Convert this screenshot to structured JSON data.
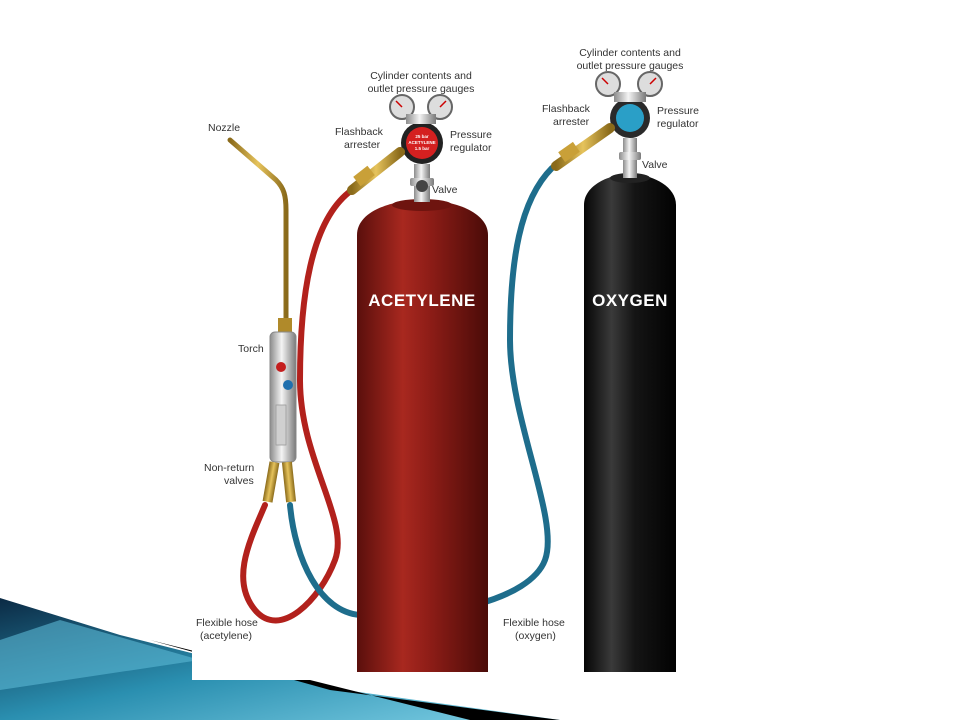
{
  "labels": {
    "nozzle": "Nozzle",
    "torch": "Torch",
    "non_return_1": "Non-return",
    "non_return_2": "valves",
    "hose_acetylene_1": "Flexible hose",
    "hose_acetylene_2": "(acetylene)",
    "hose_oxygen_1": "Flexible hose",
    "hose_oxygen_2": "(oxygen)",
    "gauges_acetylene_1": "Cylinder contents and",
    "gauges_acetylene_2": "outlet pressure gauges",
    "gauges_oxygen_1": "Cylinder contents and",
    "gauges_oxygen_2": "outlet pressure gauges",
    "flashback_acetylene_1": "Flashback",
    "flashback_acetylene_2": "arrester",
    "flashback_oxygen_1": "Flashback",
    "flashback_oxygen_2": "arrester",
    "regulator_acetylene_1": "Pressure",
    "regulator_acetylene_2": "regulator",
    "regulator_oxygen_1": "Pressure",
    "regulator_oxygen_2": "regulator",
    "valve_acetylene": "Valve",
    "valve_oxygen": "Valve"
  },
  "cylinders": {
    "acetylene": "ACETYLENE",
    "oxygen": "OXYGEN"
  },
  "regulator_badge": {
    "line1": "25 bar",
    "line2": "ACETYLENE",
    "line3": "1.5 bar"
  },
  "colors": {
    "acetylene_cylinder": "#8e1d17",
    "oxygen_cylinder": "#161616",
    "acetylene_hose": "#b2211c",
    "oxygen_hose": "#1e6d8c",
    "brass": "#c9a038",
    "accent_teal": "#2a8fb0"
  }
}
